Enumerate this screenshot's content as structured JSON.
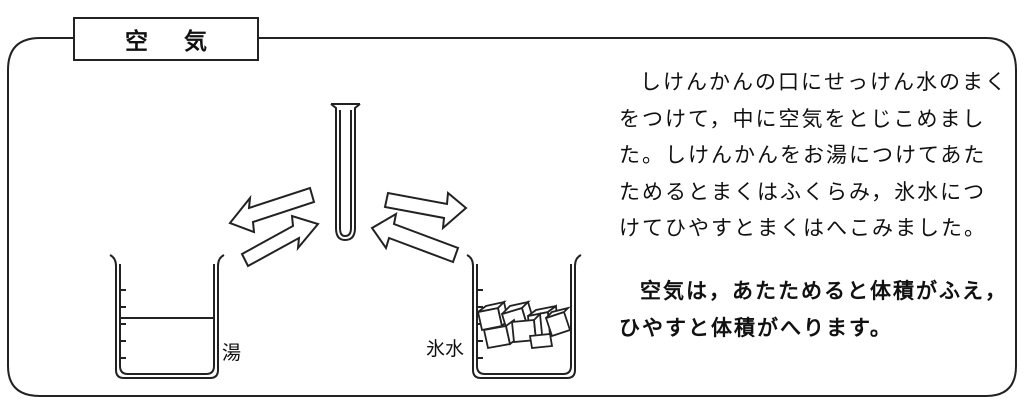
{
  "tab": {
    "title": "空 気"
  },
  "description": "しけんかんの口にせっけん水のまくをつけて，中に空気をとじこめました。しけんかんをお湯につけてあたためるとまくはふくらみ，氷水につけてひやすとまくはへこみました。",
  "summary": "空気は，あたためると体積がふえ，ひやすと体積がへります。",
  "labels": {
    "hot_water": "湯",
    "ice_water": "氷水"
  }
}
